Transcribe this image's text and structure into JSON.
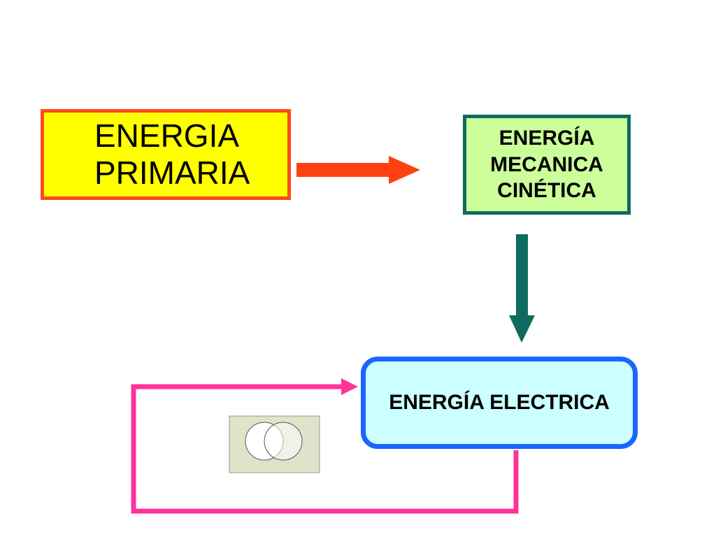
{
  "nodes": {
    "primaria": {
      "label": "ENERGIA\nPRIMARIA"
    },
    "mecanica": {
      "label": "ENERGÍA\nMECANICA\nCINÉTICA"
    },
    "electrica": {
      "label": "ENERGÍA ELECTRICA"
    }
  },
  "edges": [
    {
      "from": "ENERGIA PRIMARIA",
      "to": "ENERGÍA MECANICA CINÉTICA",
      "color": "#ff4010"
    },
    {
      "from": "ENERGÍA MECANICA CINÉTICA",
      "to": "ENERGÍA ELECTRICA",
      "color": "#0e6b5e"
    },
    {
      "from": "ENERGÍA ELECTRICA",
      "to": "ENERGÍA ELECTRICA",
      "color": "#ff3399"
    }
  ],
  "colors": {
    "primaria_fill": "#ffff00",
    "primaria_border": "#ff4a1a",
    "mecanica_fill": "#ccff99",
    "mecanica_border": "#0e6b5e",
    "electrica_fill": "#ccffff",
    "electrica_border": "#1a66ff",
    "icon_fill": "#dfe3c9"
  },
  "icons": {
    "embedded_object": "venn-icon"
  }
}
